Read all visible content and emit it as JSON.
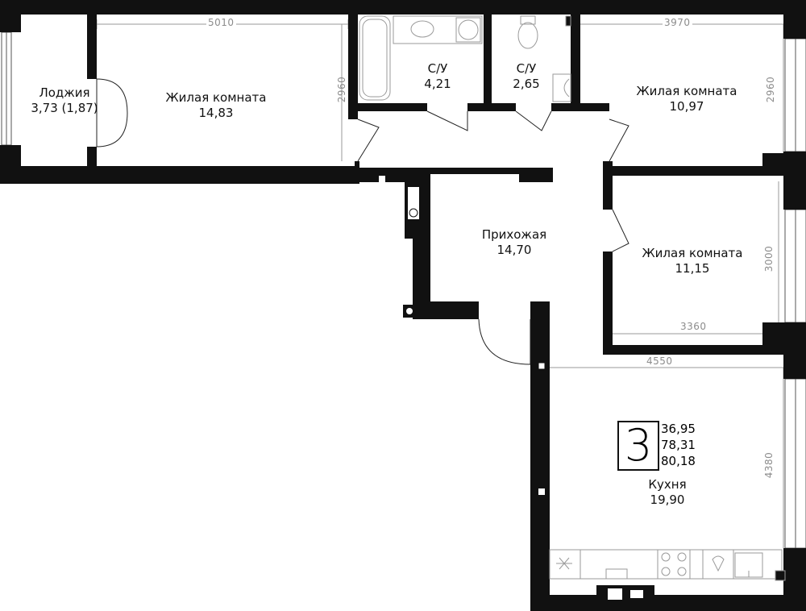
{
  "rooms": [
    {
      "id": "loggia",
      "name": "Лоджия",
      "area": "3,73 (1,87)"
    },
    {
      "id": "living1",
      "name": "Жилая комната",
      "area": "14,83"
    },
    {
      "id": "bath1",
      "name": "С/У",
      "area": "4,21"
    },
    {
      "id": "bath2",
      "name": "С/У",
      "area": "2,65"
    },
    {
      "id": "living2",
      "name": "Жилая комната",
      "area": "10,97"
    },
    {
      "id": "hall",
      "name": "Прихожая",
      "area": "14,70"
    },
    {
      "id": "living3",
      "name": "Жилая комната",
      "area": "11,15"
    },
    {
      "id": "kitchen",
      "name": "Кухня",
      "area": "19,90"
    }
  ],
  "dimensions": {
    "living1_width": "5010",
    "living1_depth": "2960",
    "living2_width": "3970",
    "living2_depth": "2960",
    "living3_width": "3360",
    "living3_depth": "3000",
    "kitchen_width": "4550",
    "kitchen_depth": "4380"
  },
  "badge": {
    "rooms_count": "3",
    "living_area": "36,95",
    "total_area": "78,31",
    "total_area_with_loggia": "80,18"
  },
  "colors": {
    "wall": "#111111",
    "dimension": "#8c8c8c",
    "fixture": "#9a9a9a"
  }
}
